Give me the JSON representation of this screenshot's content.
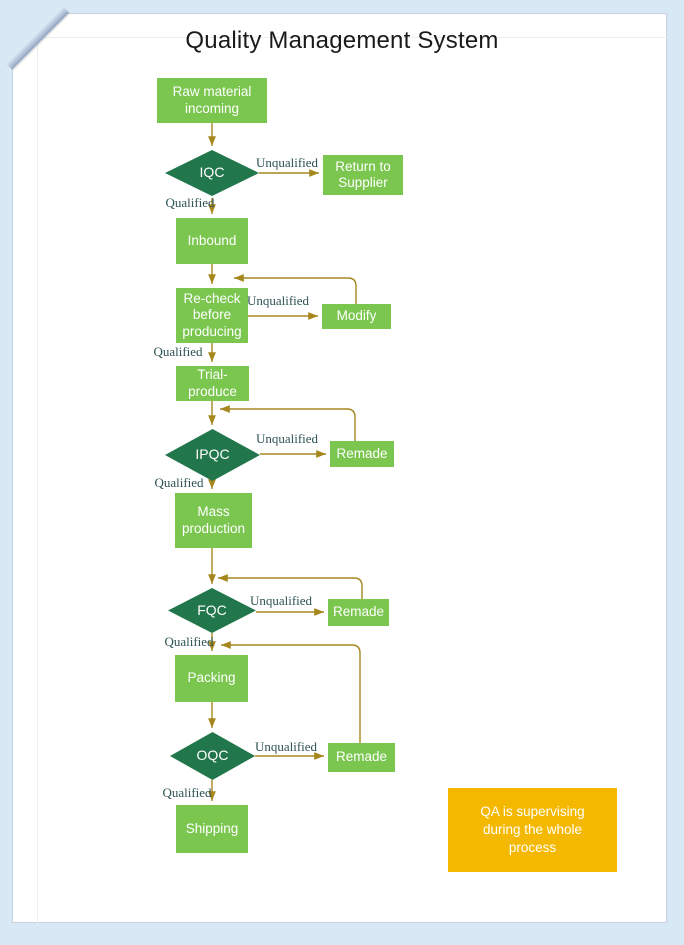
{
  "colors": {
    "background": "#D9E8F5",
    "page": "#FFFFFF",
    "process_fill": "#7AC64E",
    "decision_fill": "#21764B",
    "qa_fill": "#F5B800",
    "arrow": "#A6871E",
    "edge_label": "#2D5252",
    "title_text": "#1A1A1A",
    "node_text": "#FFFFFF"
  },
  "flowchart": {
    "title": "Quality Management System",
    "nodes": {
      "raw": {
        "label": "Raw material incoming",
        "type": "process"
      },
      "iqc": {
        "label": "IQC",
        "type": "decision"
      },
      "return_supplier": {
        "label": "Return to Supplier",
        "type": "process"
      },
      "inbound": {
        "label": "Inbound",
        "type": "process"
      },
      "recheck": {
        "label": "Re-check before producing",
        "type": "process"
      },
      "modify": {
        "label": "Modify",
        "type": "process"
      },
      "trial": {
        "label": "Trial-produce",
        "type": "process"
      },
      "ipqc": {
        "label": "IPQC",
        "type": "decision"
      },
      "remade_ipqc": {
        "label": "Remade",
        "type": "process"
      },
      "mass": {
        "label": "Mass production",
        "type": "process"
      },
      "fqc": {
        "label": "FQC",
        "type": "decision"
      },
      "remade_fqc": {
        "label": "Remade",
        "type": "process"
      },
      "packing": {
        "label": "Packing",
        "type": "process"
      },
      "oqc": {
        "label": "OQC",
        "type": "decision"
      },
      "remade_oqc": {
        "label": "Remade",
        "type": "process"
      },
      "shipping": {
        "label": "Shipping",
        "type": "process"
      },
      "qa_note": {
        "label": "QA is supervising during the whole process",
        "type": "note"
      }
    },
    "edge_labels": {
      "iqc_unqualified": "Unqualified",
      "iqc_qualified": "Qualified",
      "recheck_unqualified": "Unqualified",
      "recheck_qualified": "Qualified",
      "ipqc_unqualified": "Unqualified",
      "ipqc_qualified": "Qualified",
      "fqc_unqualified": "Unqualified",
      "fqc_qualified": "Qualified",
      "oqc_unqualified": "Unqualified",
      "oqc_qualified": "Qualified"
    },
    "edges": [
      {
        "from": "raw",
        "to": "iqc"
      },
      {
        "from": "iqc",
        "to": "return_supplier",
        "label": "Unqualified"
      },
      {
        "from": "iqc",
        "to": "inbound",
        "label": "Qualified"
      },
      {
        "from": "inbound",
        "to": "recheck"
      },
      {
        "from": "recheck",
        "to": "modify",
        "label": "Unqualified"
      },
      {
        "from": "modify",
        "to": "recheck",
        "kind": "loop-back"
      },
      {
        "from": "recheck",
        "to": "trial",
        "label": "Qualified"
      },
      {
        "from": "trial",
        "to": "ipqc"
      },
      {
        "from": "ipqc",
        "to": "remade_ipqc",
        "label": "Unqualified"
      },
      {
        "from": "remade_ipqc",
        "to": "ipqc",
        "kind": "loop-back"
      },
      {
        "from": "ipqc",
        "to": "mass",
        "label": "Qualified"
      },
      {
        "from": "mass",
        "to": "fqc"
      },
      {
        "from": "fqc",
        "to": "remade_fqc",
        "label": "Unqualified"
      },
      {
        "from": "remade_fqc",
        "to": "fqc",
        "kind": "loop-back"
      },
      {
        "from": "fqc",
        "to": "packing",
        "label": "Qualified"
      },
      {
        "from": "packing",
        "to": "oqc"
      },
      {
        "from": "oqc",
        "to": "remade_oqc",
        "label": "Unqualified"
      },
      {
        "from": "remade_oqc",
        "to": "packing",
        "kind": "loop-back"
      },
      {
        "from": "oqc",
        "to": "shipping",
        "label": "Qualified"
      }
    ]
  }
}
